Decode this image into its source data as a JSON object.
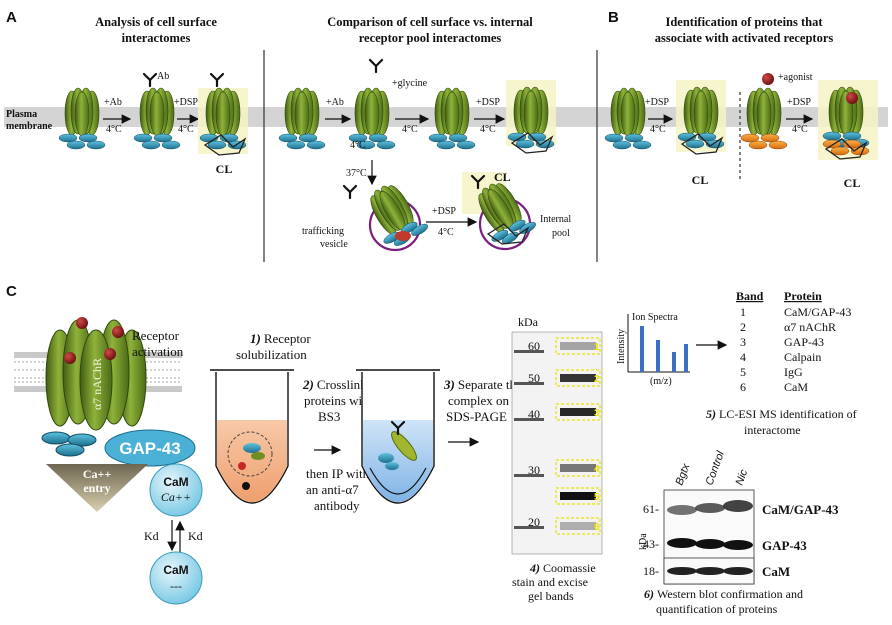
{
  "panels": {
    "A": {
      "letter": "A",
      "title_1": "Analysis of cell surface",
      "title_2": "interactomes",
      "membrane_1": "Plasma",
      "membrane_2": "membrane",
      "ab": "Ab",
      "step_ab": "+Ab",
      "temp": "4°C",
      "step_dsp": "+DSP",
      "cl": "CL"
    },
    "A2": {
      "title_1": "Comparison of cell surface vs. internal",
      "title_2": "receptor pool interactomes",
      "step_ab": "+Ab",
      "glycine": "+glycine",
      "temp": "4°C",
      "step_dsp": "+DSP",
      "temp_37": "37°C",
      "cl": "CL",
      "trafficking_1": "trafficking",
      "trafficking_2": "vesicle",
      "internal_1": "Internal",
      "internal_2": "pool"
    },
    "B": {
      "letter": "B",
      "title_1": "Identification of proteins that",
      "title_2": "associate with activated receptors",
      "step_dsp": "+DSP",
      "temp": "4°C",
      "agonist": "+agonist",
      "cl": "CL"
    },
    "C": {
      "letter": "C",
      "receptor_activation_1": "Receptor",
      "receptor_activation_2": "activation",
      "nachr": "α7 nAChR",
      "gap43": "GAP-43",
      "ca_entry_1": "Ca++",
      "ca_entry_2": "entry",
      "cam": "CaM",
      "cam_ca": "Ca++",
      "kd": "Kd",
      "cam_empty": "---",
      "step1_num": "1)",
      "step1_1": "Receptor",
      "step1_2": "solubilization",
      "step2_num": "2)",
      "step2_1": "Crosslink",
      "step2_2": "proteins with",
      "step2_3": "BS3",
      "step2_4": "then IP with",
      "step2_5": "an anti-α7",
      "step2_6": "antibody",
      "step3_num": "3)",
      "step3_1": "Separate the",
      "step3_2": "complex on",
      "step3_3": "SDS-PAGE",
      "gel_unit": "kDa",
      "gel_markers": [
        "60",
        "50",
        "40",
        "30",
        "20"
      ],
      "gel_bands": [
        "1",
        "2",
        "3",
        "4",
        "5",
        "6"
      ],
      "step4_num": "4)",
      "step4_1": "Coomassie",
      "step4_2": "stain and excise",
      "step4_3": "gel bands",
      "ion_title": "Ion Spectra",
      "ion_y": "Intensity",
      "ion_x": "(m/z)",
      "table_header_band": "Band",
      "table_header_protein": "Protein",
      "table_rows": [
        {
          "band": "1",
          "protein": "CaM/GAP-43"
        },
        {
          "band": "2",
          "protein": "α7 nAChR"
        },
        {
          "band": "3",
          "protein": "GAP-43"
        },
        {
          "band": "4",
          "protein": "Calpain"
        },
        {
          "band": "5",
          "protein": "IgG"
        },
        {
          "band": "6",
          "protein": "CaM"
        }
      ],
      "step5_num": "5)",
      "step5_1": "LC-ESI MS identification of",
      "step5_2": "interactome",
      "wb_lanes": [
        "Bgtx",
        "Control",
        "Nic"
      ],
      "wb_unit": "kDa",
      "wb_markers": [
        "61-",
        "43-",
        "18-"
      ],
      "wb_label_1": "CaM/GAP-43",
      "wb_label_2": "GAP-43",
      "wb_label_3": "CaM",
      "step6_num": "6)",
      "step6_1": "Western blot confirmation and",
      "step6_2": "quantification of proteins"
    }
  },
  "colors": {
    "receptor_green": "#6f8f22",
    "membrane_gray": "#d4d4d4",
    "highlight_yellow": "#f6f3c4",
    "teal": "#2a8fb0",
    "orange": "#f08a1c",
    "vesicle_purple": "#7b1f7f",
    "agonist_red": "#8b1a1a",
    "gap43_blue": "#4ab0d6",
    "gel_box_yellow": "#e8e000"
  }
}
